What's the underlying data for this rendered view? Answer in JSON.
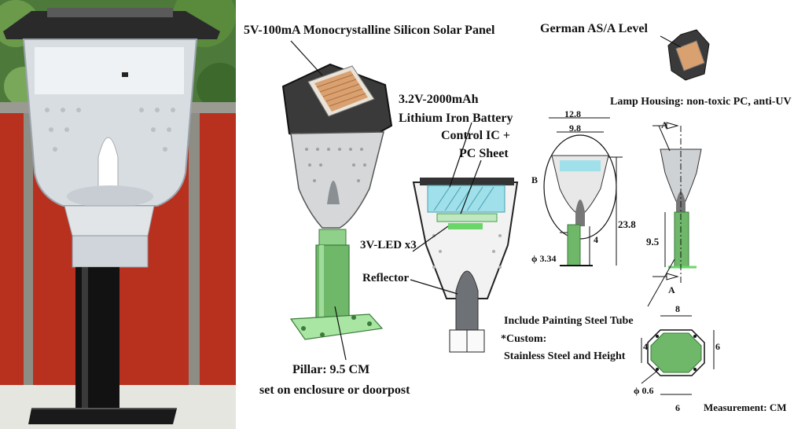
{
  "labels": {
    "solar_panel": "5V-100mA Monocrystalline Silicon Solar Panel",
    "battery_line1": "3.2V-2000mAh",
    "battery_line2": "Lithium Iron Battery",
    "control_line1": "Control IC +",
    "control_line2": "PC Sheet",
    "led": "3V-LED x3",
    "reflector": "Reflector",
    "pillar": "Pillar:  9.5 CM",
    "mount": "set on enclosure or doorpost",
    "german": "German AS/A Level",
    "housing": "Lamp Housing: non-toxic PC, anti-UV",
    "steel_tube": "Include Painting Steel Tube",
    "custom_line1": "*Custom:",
    "custom_line2": "Stainless Steel and Height",
    "measurement": "Measurement: CM"
  },
  "dimensions": {
    "top_width": "12.8",
    "inner_width": "9.8",
    "height": "23.8",
    "tube_diameter": "ϕ 3.34",
    "base_height": "4",
    "detail_b": "B",
    "section_a_top": "A",
    "section_a_bottom": "A",
    "pillar_height": "9.5",
    "base_top": "8",
    "base_left": "4",
    "base_right": "6",
    "base_bottom": "6",
    "hole_diameter": "ϕ 0.6"
  },
  "colors": {
    "wall_red": "#b8301e",
    "pillar_green": "#6fb86a",
    "panel_orange": "#d9a070",
    "battery_cyan": "#9fe0ea",
    "housing_dark": "#3a3a3a"
  }
}
